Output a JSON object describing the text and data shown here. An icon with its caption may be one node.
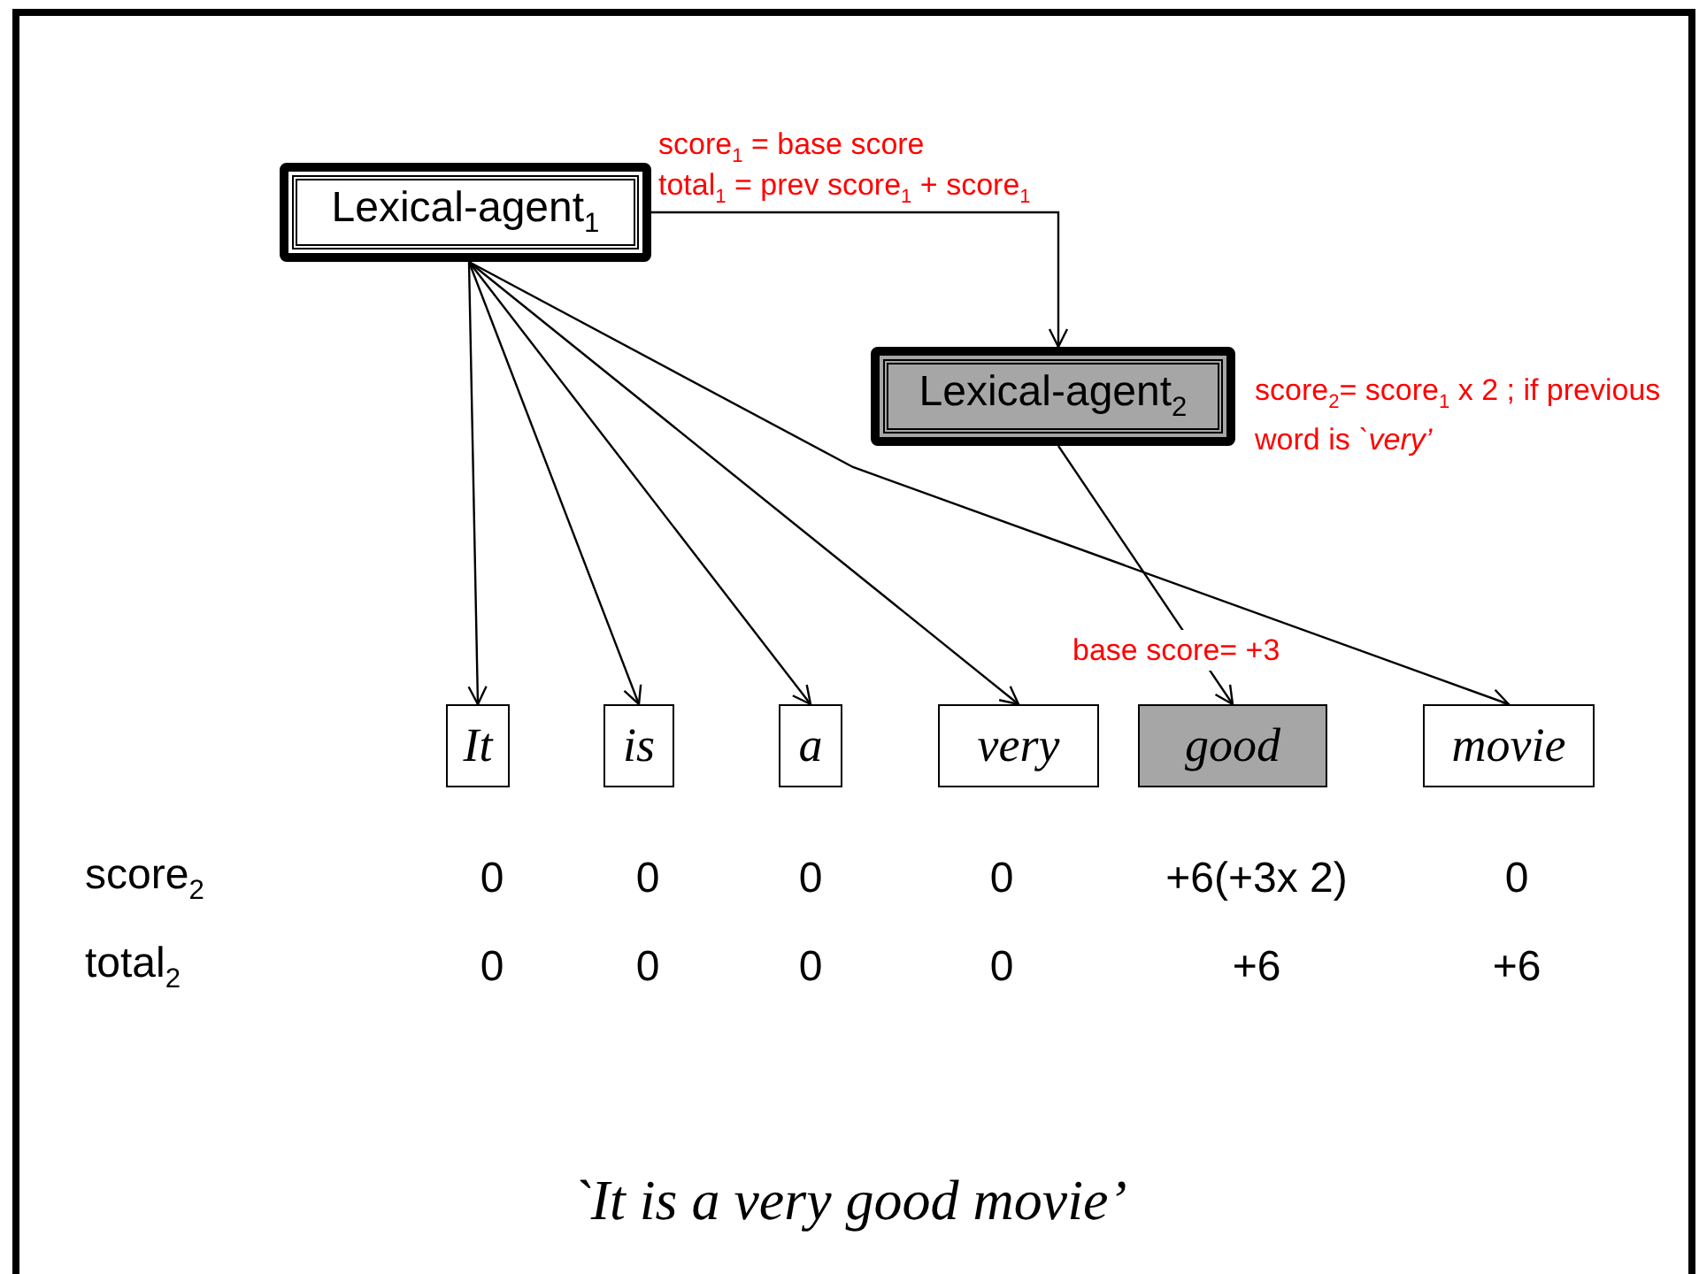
{
  "diagram": {
    "caption": "`It is a very good movie’",
    "nodes": [
      {
        "text": [
          "Lexical-agent$_{1}$"
        ],
        "beside": [
          "score$_{1}$ = base score",
          "total$_{1}$ = prev score$_{1}$ + score$_{1}$"
        ]
      },
      {
        "text": [
          "Lexical-agent$_{2}$"
        ],
        "beside": [
          "score$_{2}$= score$_{1}$ x 2 ; if previous word is *`very’*"
        ]
      },
      {
        "text": [
          "It"
        ]
      },
      {
        "text": [
          "is"
        ]
      },
      {
        "text": [
          "a"
        ]
      },
      {
        "text": [
          "very"
        ]
      },
      {
        "text": [
          "good"
        ],
        "beside": [
          "base score= +3"
        ]
      },
      {
        "text": [
          "movie"
        ]
      }
    ],
    "edges": [
      {
        "from": 0,
        "to": 1,
        "arrow": "to"
      },
      {
        "from": 0,
        "to": 2,
        "arrow": "to"
      },
      {
        "from": 0,
        "to": 3,
        "arrow": "to"
      },
      {
        "from": 0,
        "to": 4,
        "arrow": "to"
      },
      {
        "from": 0,
        "to": 5,
        "arrow": "to"
      },
      {
        "from": 0,
        "to": 7,
        "arrow": "to"
      },
      {
        "from": 1,
        "to": 6,
        "arrow": "to"
      }
    ],
    "labels": [
      "score$_{2}$",
      "0",
      "0",
      "0",
      "0",
      "+6(+3x 2)",
      "0",
      "total$_{2}$",
      "0",
      "0",
      "0",
      "0",
      "+6",
      "+6"
    ]
  }
}
